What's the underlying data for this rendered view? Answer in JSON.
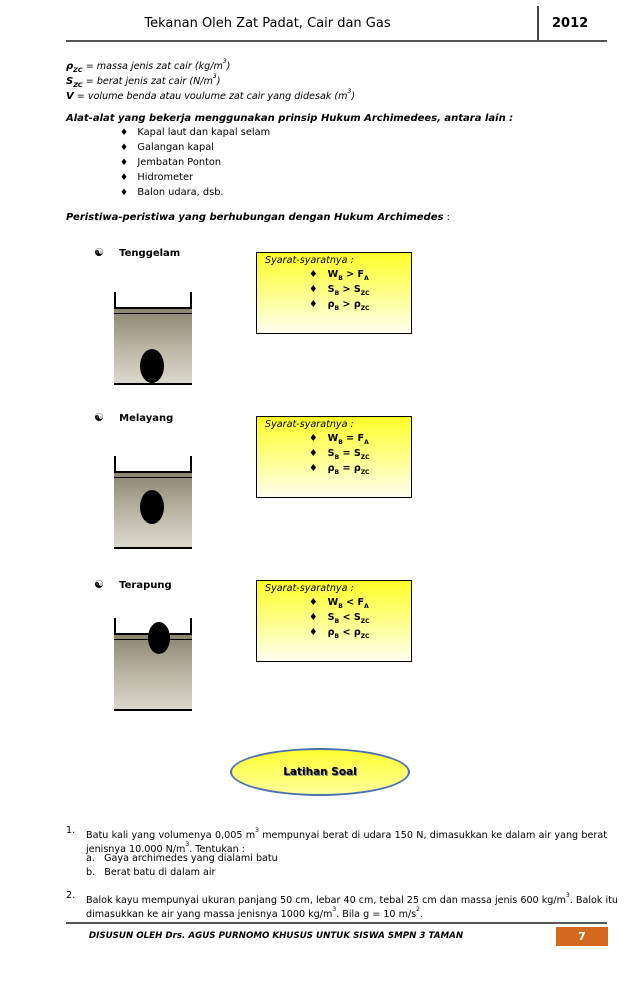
{
  "header": {
    "title": "Tekanan Oleh Zat Padat, Cair dan Gas",
    "year": "2012"
  },
  "definitions": [
    {
      "symbol": "ρ",
      "sub": "ZC",
      "text": " = massa jenis zat cair (kg/m",
      "sup": "3",
      "tail": ")"
    },
    {
      "symbol": "S",
      "sub": "ZC",
      "text": " = berat jenis zat cair (N/m",
      "sup": "3",
      "tail": ")"
    },
    {
      "symbol": "V",
      "sub": "",
      "text": " = volume benda atau voulume zat cair yang didesak (m",
      "sup": "3",
      "tail": ")"
    }
  ],
  "tools": {
    "heading": "Alat-alat yang bekerja menggunakan prinsip Hukum Archimedees, antara lain :",
    "items": [
      "Kapal laut dan kapal selam",
      "Galangan kapal",
      "Jembatan Ponton",
      "Hidrometer",
      "Balon udara, dsb."
    ]
  },
  "events": {
    "heading": "Peristiwa-peristiwa yang berhubungan dengan Hukum Archimedes",
    "heading_colon": " :",
    "cases": [
      {
        "label": "Tenggelam",
        "box_title": "Syarat-syaratnya :",
        "op": ">"
      },
      {
        "label": "Melayang",
        "box_title": "Syarat-syaratnya :",
        "op": "="
      },
      {
        "label": "Terapung",
        "box_title": "Syarat-syaratnya :",
        "op": "<"
      }
    ],
    "conditions": [
      {
        "lhs": "W",
        "lhs_sub": "B",
        "rhs": "F",
        "rhs_sub": "A"
      },
      {
        "lhs": "S",
        "lhs_sub": "B",
        "rhs": "S",
        "rhs_sub": "ZC"
      },
      {
        "lhs": "ρ",
        "lhs_sub": "B",
        "rhs": "ρ",
        "rhs_sub": "ZC"
      }
    ]
  },
  "latihan": {
    "label": "Latihan Soal"
  },
  "exercises": [
    {
      "num": "1.",
      "line1a": "Batu kali yang volumenya 0,005 m",
      "line1sup": "3",
      "line1b": " mempunyai berat di udara 150 N, dimasukkan ke dalam air yang berat",
      "line2a": "jenisnya 10.000 N/m",
      "line2sup": "3",
      "line2b": ". Tentukan :",
      "subs": [
        {
          "l": "a.",
          "t": "Gaya archimedes yang dialami batu"
        },
        {
          "l": "b.",
          "t": "Berat batu di dalam air"
        }
      ]
    },
    {
      "num": "2.",
      "line1a": "Balok kayu mempunyai ukuran panjang 50 cm, lebar 40 cm, tebal 25 cm dan massa jenis 600 kg/m",
      "line1sup": "3",
      "line1b": ". Balok itu",
      "line2a": "dimasukkan ke air yang massa jenisnya 1000  kg/m",
      "line2sup": "3",
      "line2b": ". Bila g = 10 m/s",
      "line2sup2": "2",
      "line2c": "."
    }
  ],
  "footer": {
    "text": "DISUSUN OLEH Drs. AGUS PURNOMO KHUSUS UNTUK SISWA SMPN 3 TAMAN",
    "page": "7"
  },
  "icons": {
    "bullet": "diamond-icon",
    "case": "yin-yang-icon"
  }
}
